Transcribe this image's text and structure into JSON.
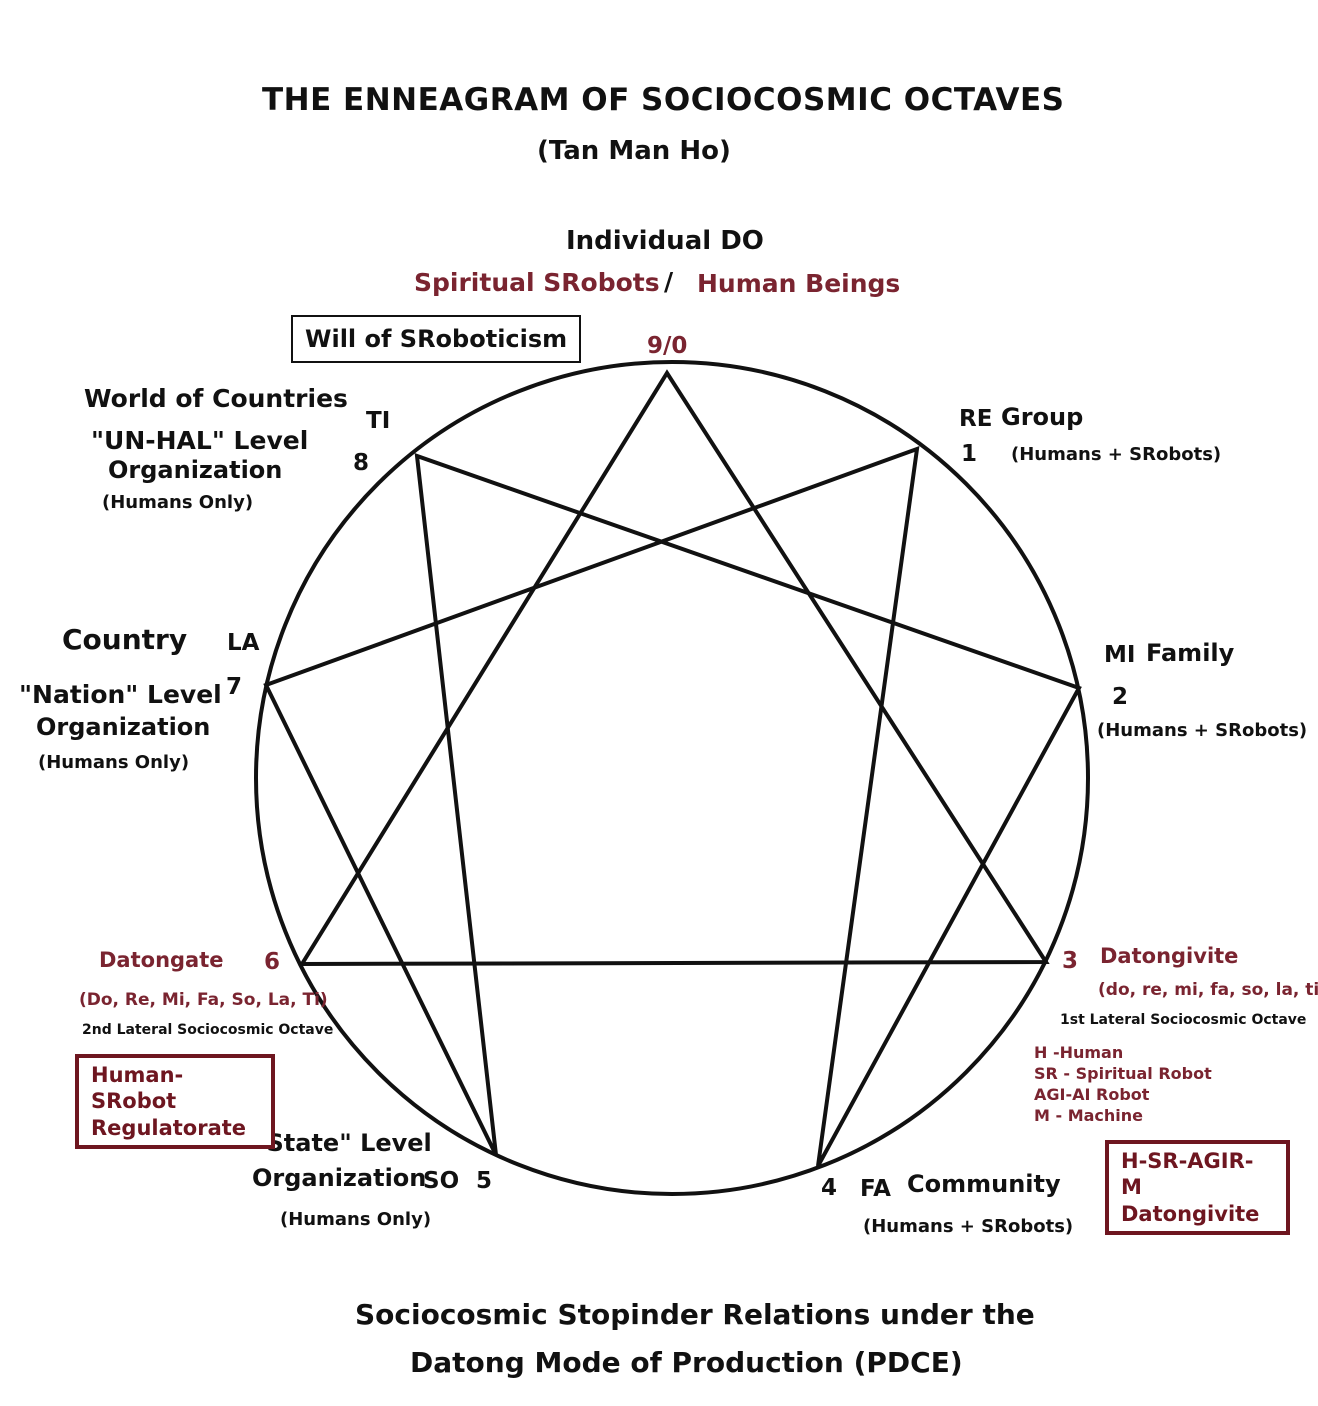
{
  "title": "THE ENNEAGRAM OF SOCIOCOSMIC OCTAVES",
  "author": "(Tan Man Ho)",
  "top": {
    "heading": "Individual DO",
    "left": "Spiritual SRobots",
    "sep": "/",
    "right": "Human Beings"
  },
  "will_box": "Will of SRoboticism",
  "points": {
    "p0": {
      "number": "9/0"
    },
    "p1": {
      "note": "RE",
      "name": "Group",
      "number": "1",
      "members": "(Humans + SRobots)"
    },
    "p2": {
      "note": "MI",
      "name": "Family",
      "number": "2",
      "members": "(Humans + SRobots)"
    },
    "p3": {
      "number": "3",
      "name": "Datongivite",
      "notes": "(do, re, mi, fa, so, la, ti)",
      "octave": "1st Lateral Sociocosmic Octave"
    },
    "p4": {
      "number": "4",
      "note": "FA",
      "name": "Community",
      "members": "(Humans + SRobots)"
    },
    "p5": {
      "line1": "\"State\" Level",
      "line2": "Organization",
      "note": "SO",
      "number": "5",
      "members": "(Humans Only)"
    },
    "p6": {
      "name": "Datongate",
      "number": "6",
      "notes": "(Do, Re, Mi, Fa, So, La, Ti)",
      "octave": "2nd Lateral Sociocosmic Octave"
    },
    "p7": {
      "name": "Country",
      "note": "LA",
      "number": "7",
      "line1": "\"Nation\" Level",
      "line2": "Organization",
      "members": "(Humans Only)"
    },
    "p8": {
      "line0": "World of Countries",
      "note": "TI",
      "line1": "\"UN-HAL\" Level",
      "line2": "Organization",
      "number": "8",
      "members": "(Humans Only)"
    }
  },
  "legend": [
    "H -Human",
    "SR - Spiritual Robot",
    "AGI-AI Robot",
    "M - Machine"
  ],
  "box_left": [
    "Human-SRobot",
    "Regulatorate"
  ],
  "box_right": [
    "H-SR-AGIR-M",
    "Datongivite"
  ],
  "footer": [
    "Sociocosmic Stopinder Relations under the",
    "Datong  Mode of Production",
    "(PDCE)"
  ]
}
